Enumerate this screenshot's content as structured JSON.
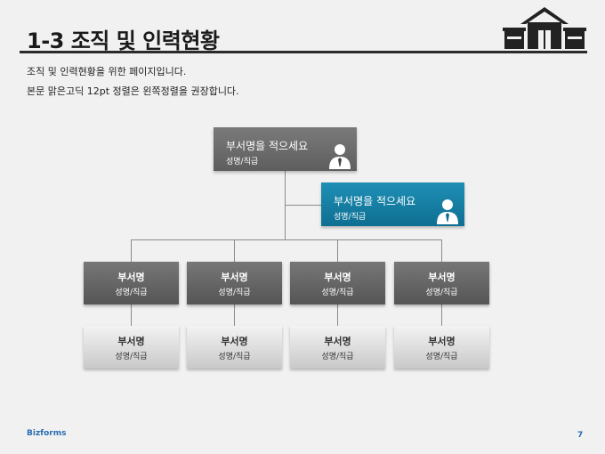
{
  "header": {
    "title": "1-3 조직 및 인력현황"
  },
  "intro": [
    "조직 및 인력현황을 위한 페이지입니다.",
    "본문 맑은고딕 12pt 정렬은 왼쪽정렬을 권장합니다."
  ],
  "org": {
    "top": {
      "name": "부서명을 적으세요",
      "sub": "성명/직급"
    },
    "assistant": {
      "name": "부서명을 적으세요",
      "sub": "성명/직급"
    },
    "departments": [
      {
        "name": "부서명",
        "sub": "성명/직급"
      },
      {
        "name": "부서명",
        "sub": "성명/직급"
      },
      {
        "name": "부서명",
        "sub": "성명/직급"
      },
      {
        "name": "부서명",
        "sub": "성명/직급"
      }
    ],
    "staff": [
      {
        "name": "부서명",
        "sub": "성명/직급"
      },
      {
        "name": "부서명",
        "sub": "성명/직급"
      },
      {
        "name": "부서명",
        "sub": "성명/직급"
      },
      {
        "name": "부서명",
        "sub": "성명/직급"
      }
    ]
  },
  "footer": {
    "brand": "Bizforms",
    "page": "7"
  },
  "colors": {
    "accent": "#0e7ea6",
    "dark_box": "#666666",
    "light_box": "#dcdcdc",
    "link_blue": "#2a6db3"
  },
  "icons": {
    "home": "house-icon",
    "person": "businessman-icon"
  }
}
